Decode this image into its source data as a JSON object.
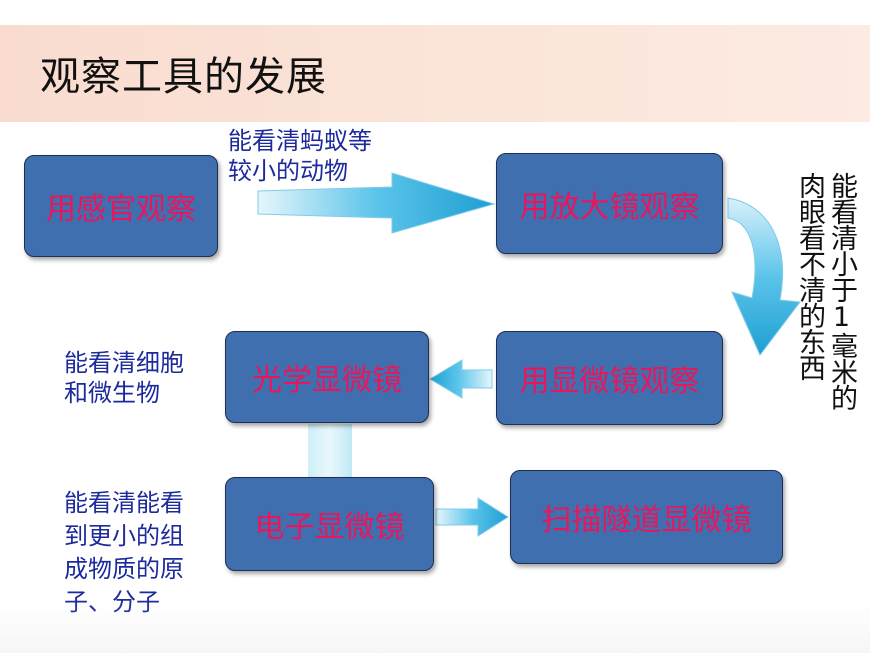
{
  "title": "观察工具的发展",
  "boxes": {
    "senses": "用感官观察",
    "magnifier": "用放大镜观察",
    "microscope": "用显微镜观察",
    "optical": "光学显微镜",
    "electron": "电子显微镜",
    "stm": "扫描隧道显微镜"
  },
  "notes": {
    "ants": [
      "能看清蚂蚁等",
      "较小的动物"
    ],
    "one_mm_col1": "能看清小于1毫米的",
    "one_mm_col2": "肉眼看不清的东西",
    "cells": [
      "能看清细胞",
      "和微生物"
    ],
    "atoms": [
      "能看清能看",
      "到更小的组",
      "成物质的原",
      "子、分子"
    ]
  },
  "colors": {
    "box_fill": "#3f6fae",
    "box_text": "#e8175d",
    "note_text": "#1c2a9c",
    "title_band": "#f9dccf",
    "arrow": "#29a9d8"
  }
}
